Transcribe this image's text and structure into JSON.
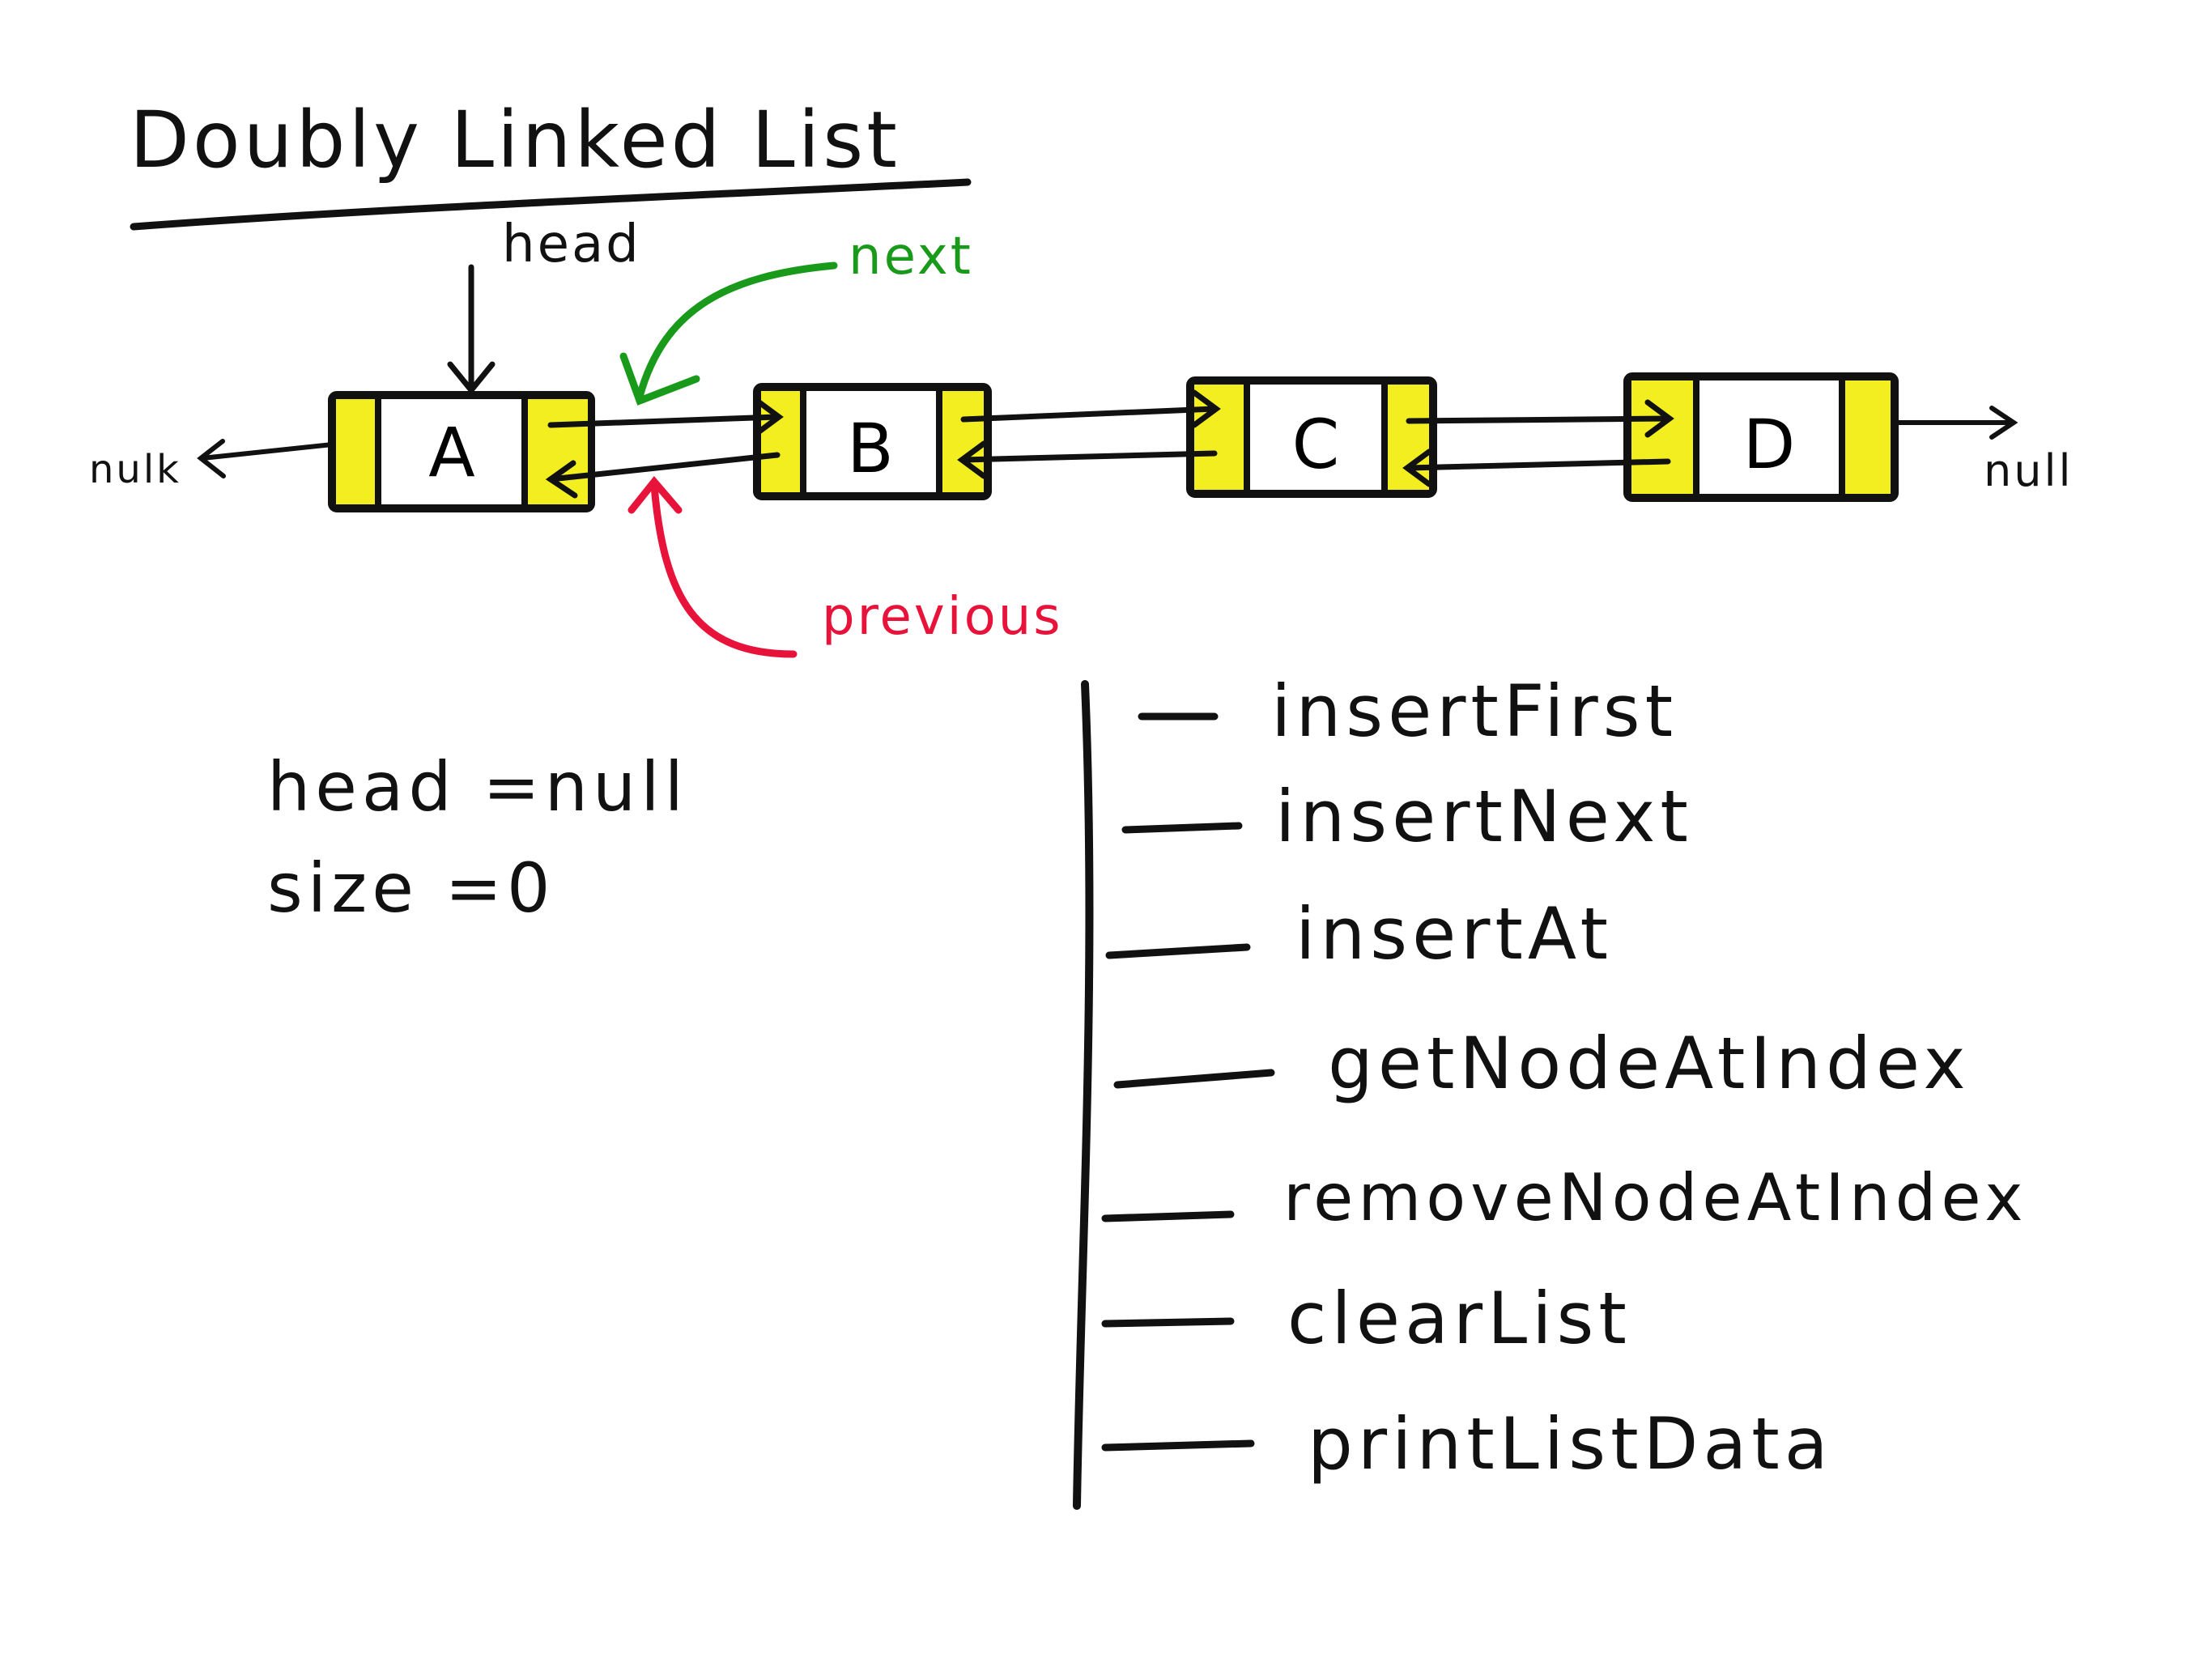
{
  "diagram": {
    "title": "Doubly Linked List",
    "head_label": "head",
    "next_label": "next",
    "previous_label": "previous",
    "left_null": "nulk",
    "right_null": "null",
    "nodes": [
      "A",
      "B",
      "C",
      "D"
    ],
    "state": {
      "head": "head =null",
      "size": "size =0"
    },
    "methods": [
      "insertFirst",
      "insertNext",
      "insertAt",
      "getNodeAtIndex",
      "removeNodeAtIndex",
      "clearList",
      "printListData"
    ],
    "colors": {
      "ink": "#111111",
      "node_fill": "#f2ee1f",
      "next": "#1a9a1a",
      "previous": "#e8133a"
    }
  }
}
